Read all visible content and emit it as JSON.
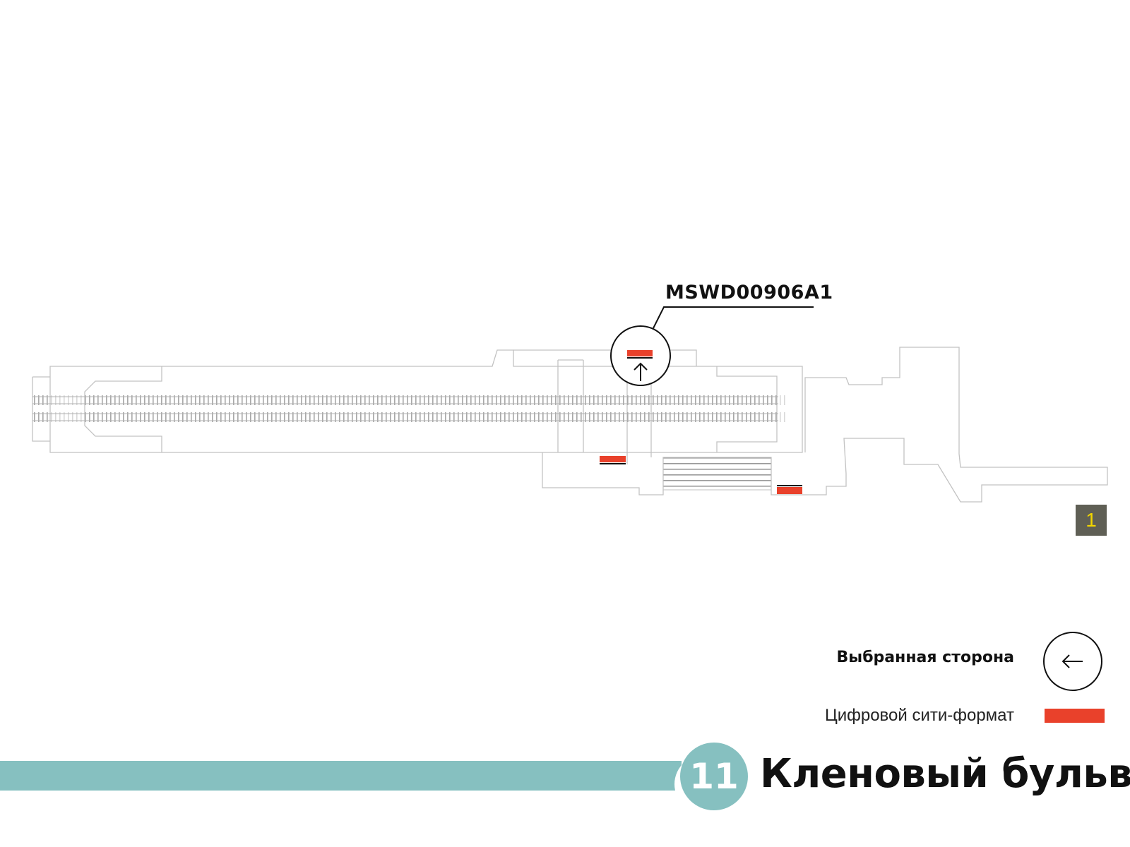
{
  "display": {
    "id": "MSWD00906A1"
  },
  "exit": {
    "number": "1"
  },
  "legend": {
    "selected_side_label": "Выбранная сторона",
    "digital_format_label": "Цифровой сити-формат"
  },
  "line": {
    "number": "11",
    "color": "#86c0c0"
  },
  "station": {
    "name": "Кленовый бульвар"
  },
  "colors": {
    "display_marker": "#e9412b",
    "outline": "#bdbdbd",
    "exit_badge_bg": "#5f5f55",
    "exit_badge_text": "#f2d600"
  },
  "icons": {
    "selected_side_map": "arrow-up-icon",
    "selected_side_legend": "arrow-left-icon"
  }
}
